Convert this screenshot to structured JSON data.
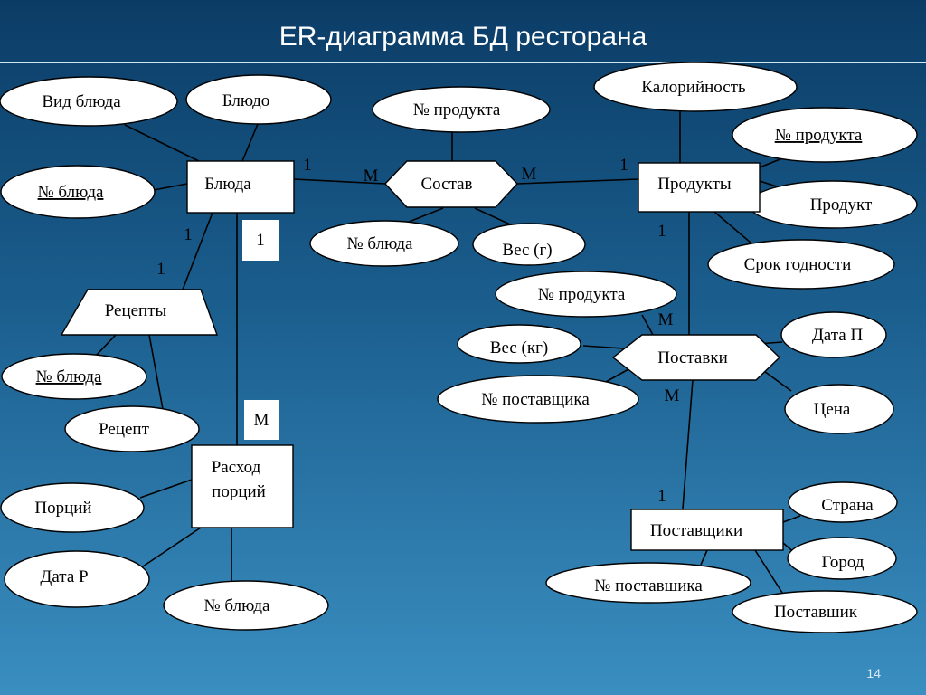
{
  "title": "ER-диаграмма БД ресторана",
  "page_number": "14",
  "entities": {
    "dishes": "Блюда",
    "products": "Продукты",
    "supplies": "Поставки",
    "suppliers": "Поставщики",
    "portion_use_line1": "Расход",
    "portion_use_line2": "порций"
  },
  "relationships": {
    "composition": "Состав",
    "recipes": "Рецепты",
    "supplies": "Поставки"
  },
  "attributes": {
    "dish_type": "Вид блюда",
    "dish": "Блюдо",
    "dish_no_1": "№ блюда",
    "product_no_1": "№ продукта",
    "dish_no_2": "№ блюда",
    "weight_g": "Вес (г)",
    "calories": "Калорийность",
    "product_no_2": "№ продукта",
    "product": "Продукт",
    "shelf_life": "Срок годности",
    "product_no_3": "№ продукта",
    "weight_kg": "Вес (кг)",
    "supplier_no_1": "№ поставщика",
    "date_p": "Дата П",
    "price": "Цена",
    "dish_no_3": "№ блюда",
    "recipe": "Рецепт",
    "portions": "Порций",
    "date_r": "Дата Р",
    "dish_no_4": "№ блюда",
    "country": "Страна",
    "city": "Город",
    "supplier_no_2": "№ поставшика",
    "supplier": "Поставшик"
  },
  "cardinality": {
    "dishes_composition_1": "1",
    "composition_dishes_m": "М",
    "composition_products_m": "М",
    "products_composition_1": "1",
    "dishes_recipes_1a": "1",
    "dishes_recipes_1b": "1",
    "dishes_portion_1": "1",
    "portion_m": "М",
    "products_supplies_1": "1",
    "supplies_products_m": "М",
    "supplies_suppliers_m": "М",
    "suppliers_1": "1"
  },
  "colors": {
    "bg_top": "#0b3c66",
    "bg_bottom": "#3a8ec0",
    "shape_fill": "#ffffff",
    "stroke": "#000000"
  }
}
